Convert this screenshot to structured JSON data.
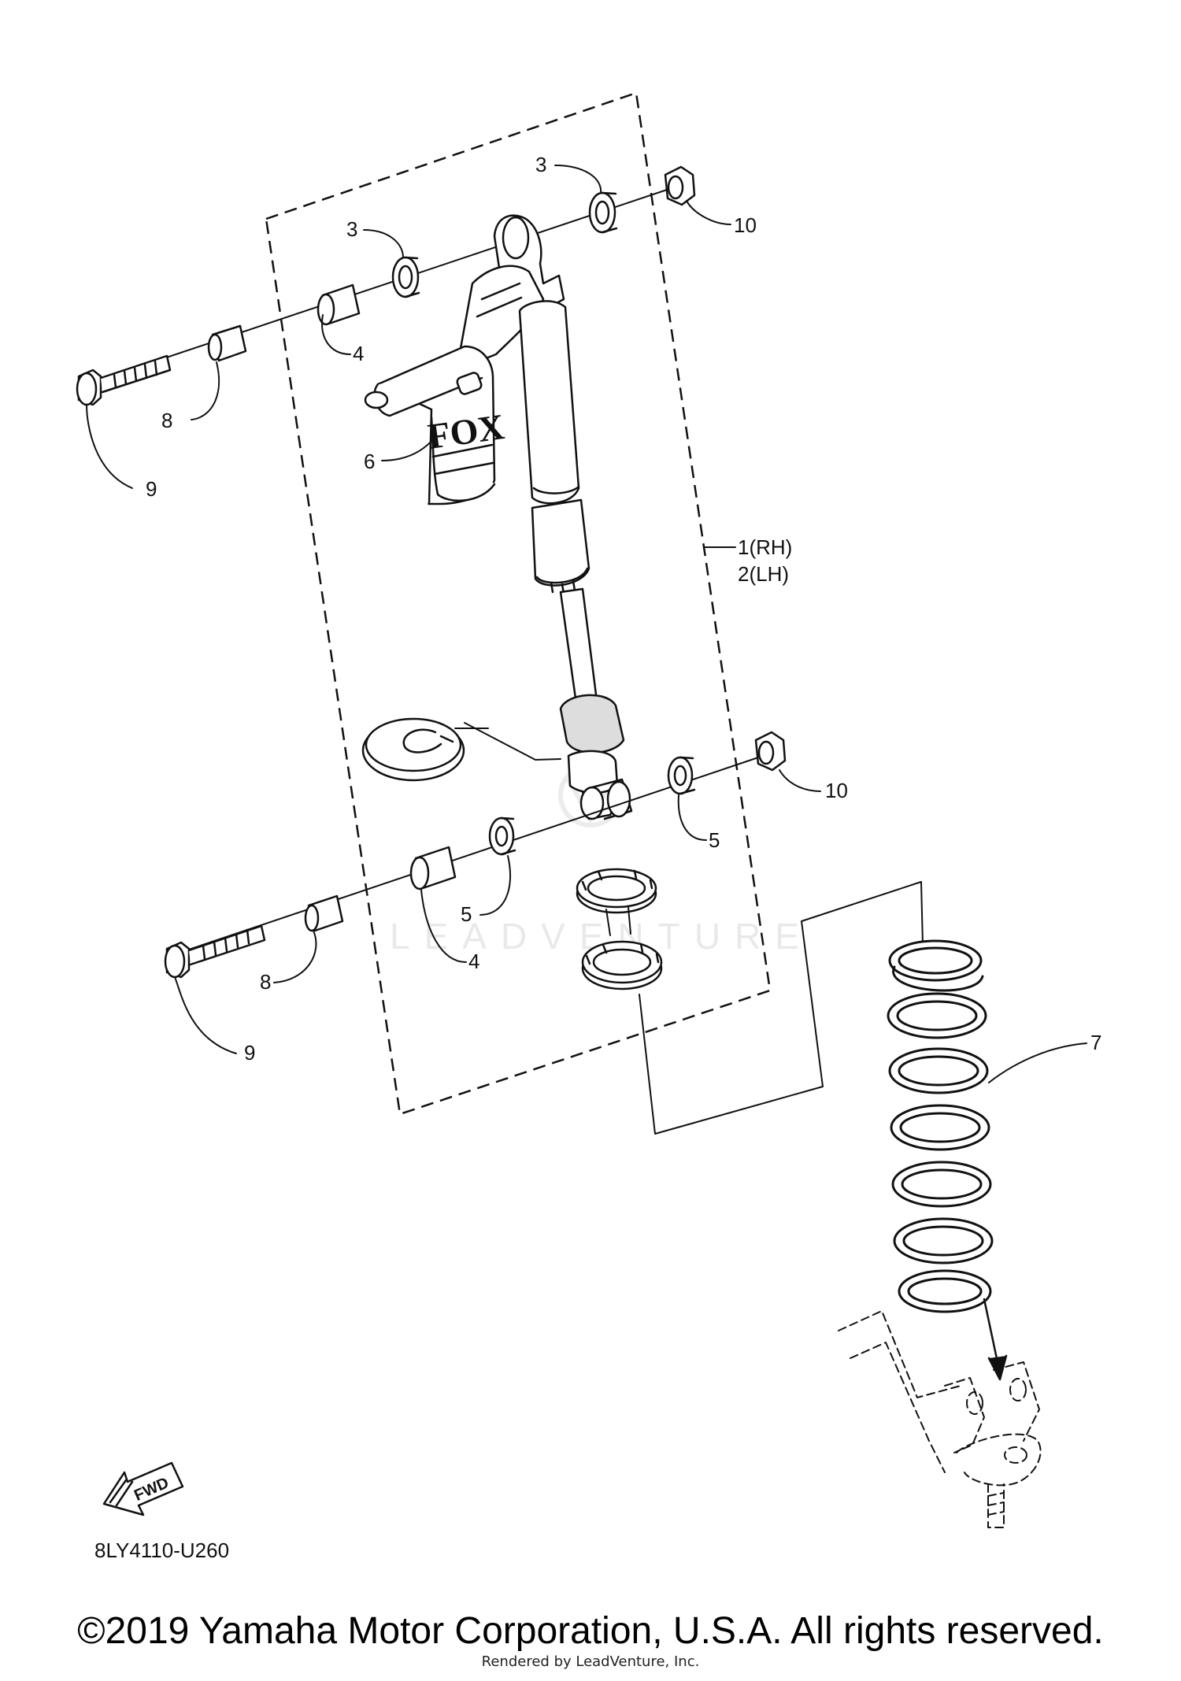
{
  "diagram": {
    "part_code": "8LY4110-U260",
    "watermark": "LEADVENTURE",
    "fwd_label": "FWD",
    "shock_brand": "FOX",
    "callouts": {
      "c3_upper_right": "3",
      "c3_upper_left": "3",
      "c10_upper": "10",
      "c4_upper": "4",
      "c8_upper": "8",
      "c9_upper": "9",
      "c6": "6",
      "c1": "1(RH)",
      "c2": "2(LH)",
      "c10_lower": "10",
      "c5_right": "5",
      "c5_left": "5",
      "c4_lower": "4",
      "c8_lower": "8",
      "c9_lower": "9",
      "c7": "7"
    }
  },
  "footer": {
    "copyright": "©2019 Yamaha Motor Corporation, U.S.A. All rights reserved.",
    "rendered_by": "Rendered by LeadVenture, Inc."
  },
  "colors": {
    "line": "#111111",
    "background": "#ffffff"
  }
}
